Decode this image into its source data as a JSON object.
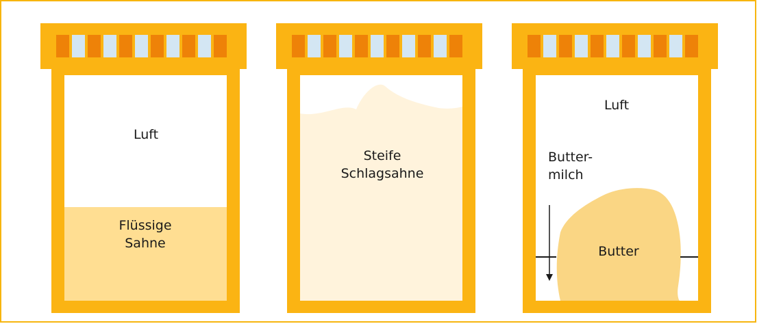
{
  "colors": {
    "frame": "#F7B50E",
    "jar": "#FBB413",
    "lid_dark": "#EE8208",
    "lid_light": "#D3E6F3",
    "cream_liquid": "#FFDE92",
    "whipped_cream": "#FFF3DC",
    "butter": "#FAD684"
  },
  "jars": [
    {
      "labels": {
        "top": "Luft",
        "bottom": "Flüssige\nSahne"
      }
    },
    {
      "labels": {
        "main": "Steife\nSchlagsahne"
      }
    },
    {
      "labels": {
        "top": "Luft",
        "buttermilk": "Butter-\nmilch",
        "butter": "Butter"
      }
    }
  ]
}
